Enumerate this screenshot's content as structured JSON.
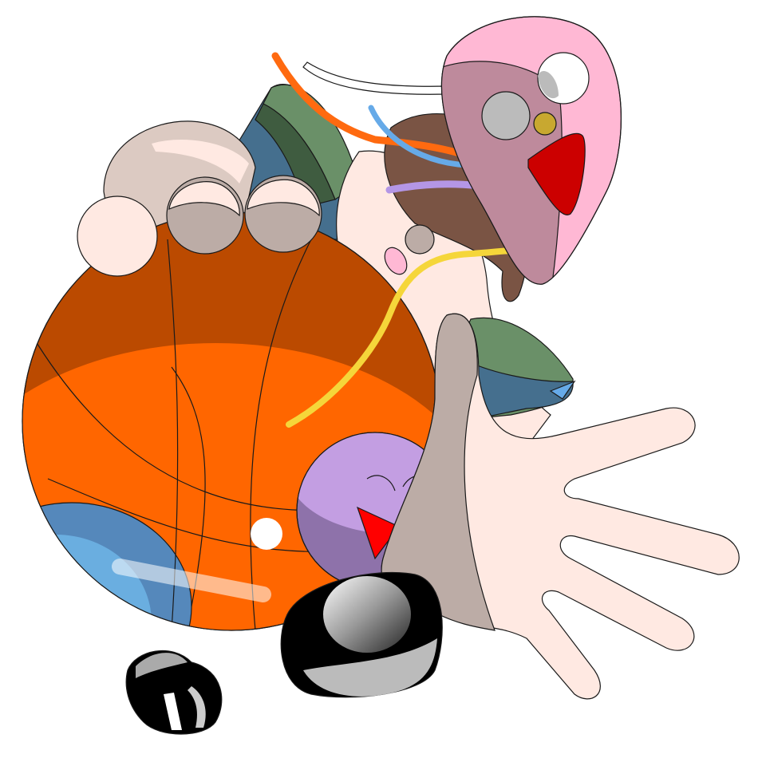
{
  "illustration": {
    "subjects": [
      "basketball",
      "hand",
      "pink-mask",
      "stones",
      "purple-ball"
    ],
    "colors": {
      "background": "#FFFFFF",
      "ball_light": "#FF6600",
      "ball_dark": "#BB4A00",
      "ball_blue": "#5588BB",
      "skin": "#FFE9E2",
      "skin_shadow": "#BCACA6",
      "thumb": "#DCCAC2",
      "mask_pink": "#FFB8D4",
      "mask_shade": "#BE8A9C",
      "mask_red": "#CC0000",
      "mask_gold": "#C8A830",
      "cloth_green": "#6A9068",
      "cloth_dark_green": "#3F5C40",
      "cloth_blue": "#456F8E",
      "hair_brown": "#7A5444",
      "purple_light": "#C39EE2",
      "purple_dark": "#8E72AA",
      "yellow_cord": "#F5D63A",
      "orange_cord": "#FF6A10",
      "blue_cord": "#66AAE8",
      "lilac_cord": "#B496E6",
      "stroke": "#1A1A1A"
    }
  }
}
